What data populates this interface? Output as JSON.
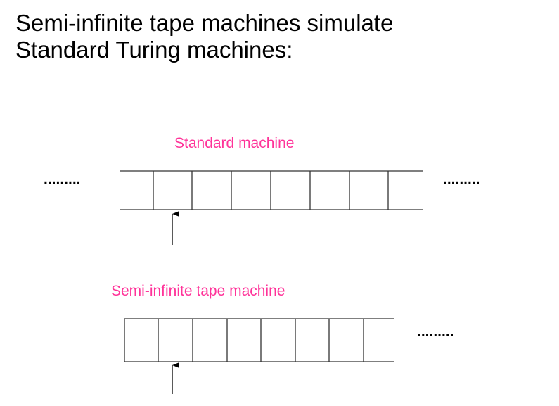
{
  "title": {
    "line1": "Semi-infinite tape machines simulate",
    "line2": "Standard Turing machines:"
  },
  "colors": {
    "label": "#ff3399",
    "text": "#000000",
    "lines": "#333333"
  },
  "standard_machine": {
    "label": "Standard machine",
    "left_ellipsis": ".........",
    "right_ellipsis": "........."
  },
  "semi_infinite_machine": {
    "label": "Semi-infinite tape machine",
    "right_ellipsis": "........."
  }
}
